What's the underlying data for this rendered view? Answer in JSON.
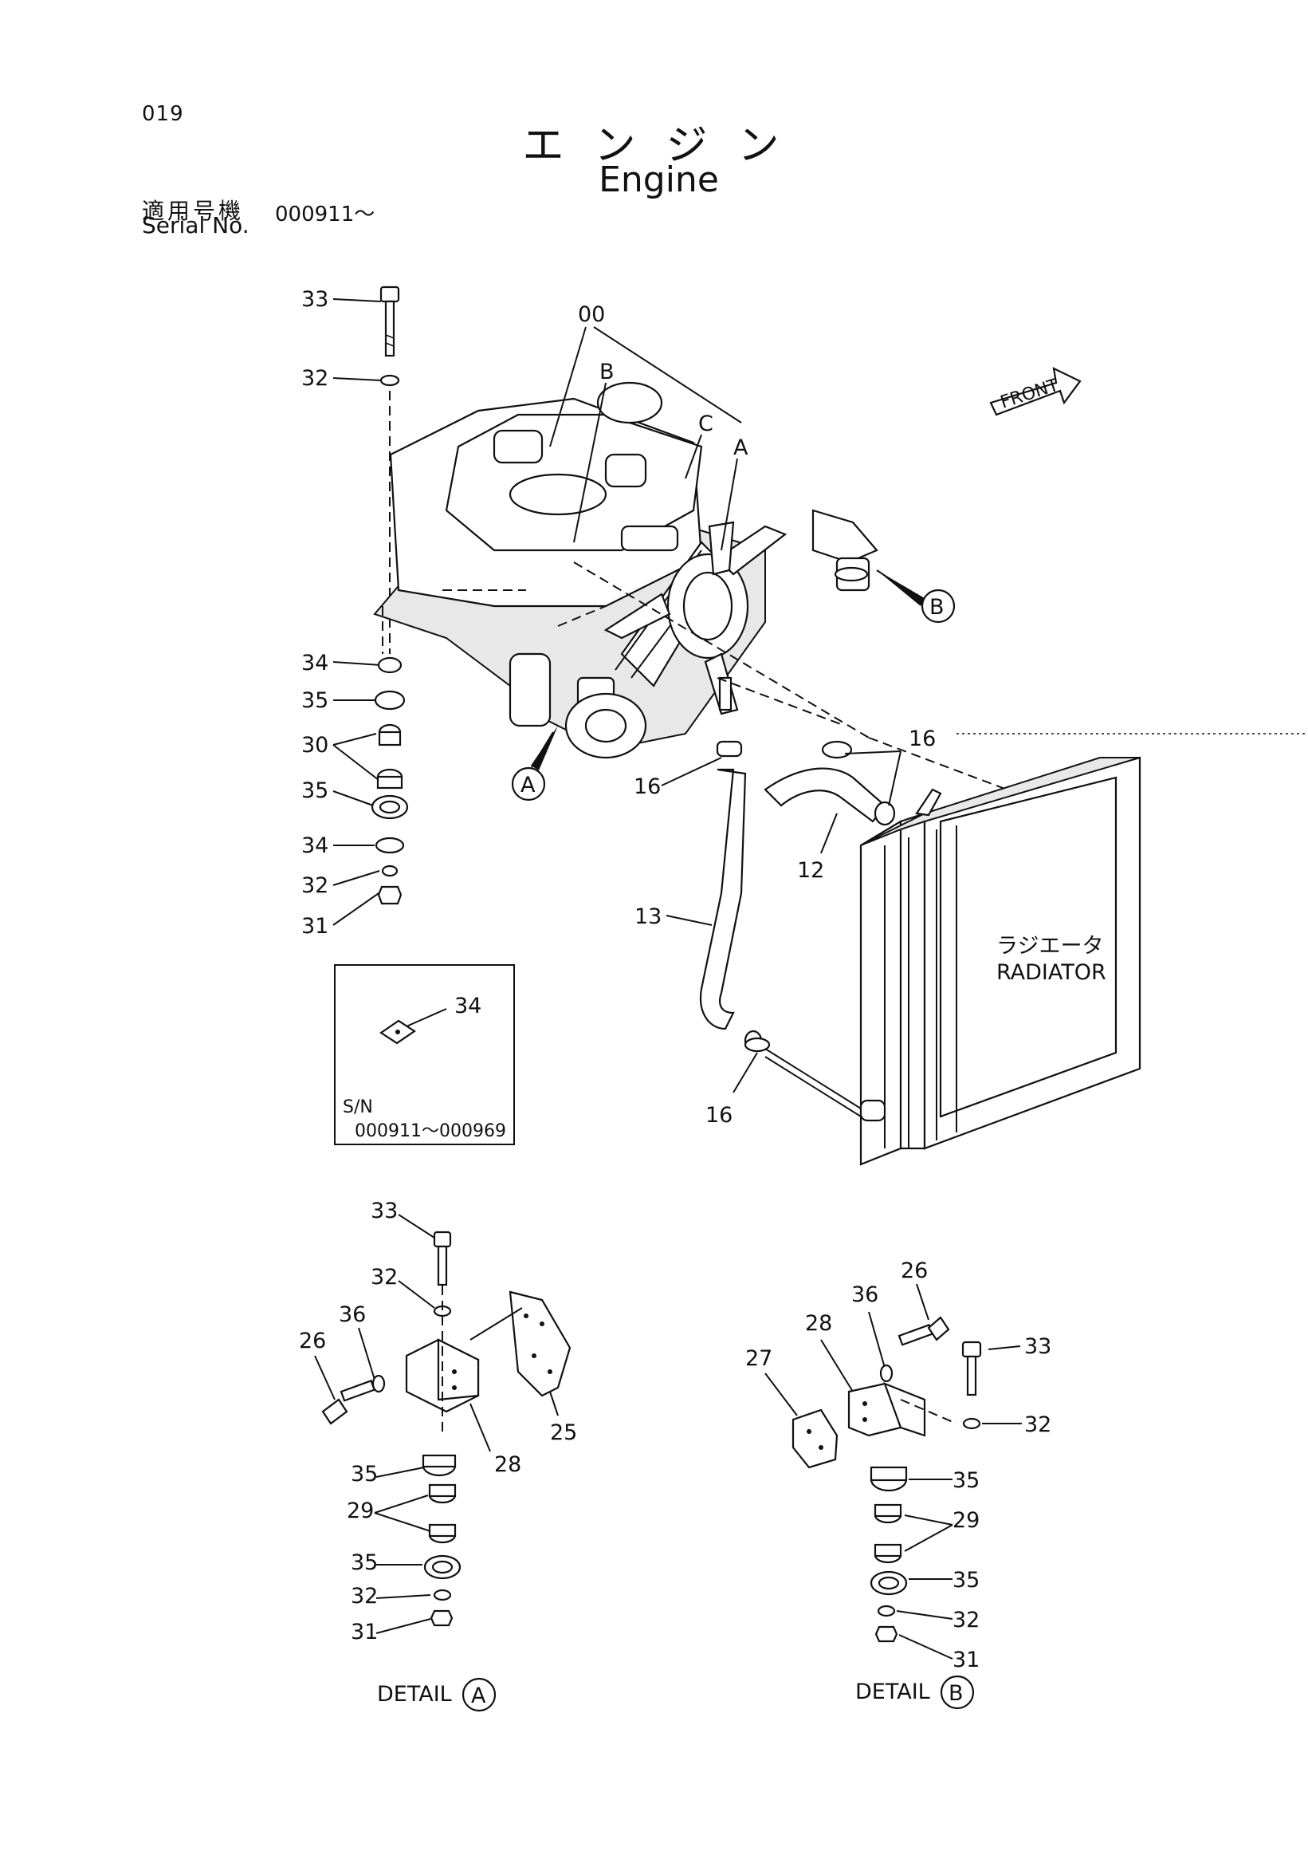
{
  "header": {
    "page_number": "019",
    "title_jp": "エンジン",
    "title_en": "Engine",
    "serial_label_jp": "適用号機",
    "serial_label_en": "Serial No.",
    "serial_value": "000911～"
  },
  "diagram": {
    "front_label": "FRONT",
    "radiator_jp": "ラジエータ",
    "radiator_en": "RADIATOR",
    "callouts_main": [
      "00",
      "B",
      "C",
      "A",
      "33",
      "32",
      "34",
      "35",
      "30",
      "35",
      "34",
      "32",
      "31",
      "A",
      "B",
      "16",
      "16",
      "12",
      "13",
      "16"
    ],
    "inset": {
      "part": "34",
      "sn_label": "S/N",
      "sn_range": "000911～000969"
    },
    "detail_a": {
      "caption": "DETAIL",
      "letter": "A",
      "callouts": [
        "33",
        "32",
        "36",
        "26",
        "25",
        "28",
        "35",
        "29",
        "35",
        "32",
        "31"
      ]
    },
    "detail_b": {
      "caption": "DETAIL",
      "letter": "B",
      "callouts": [
        "26",
        "36",
        "28",
        "27",
        "33",
        "32",
        "35",
        "29",
        "35",
        "32",
        "31"
      ]
    }
  }
}
